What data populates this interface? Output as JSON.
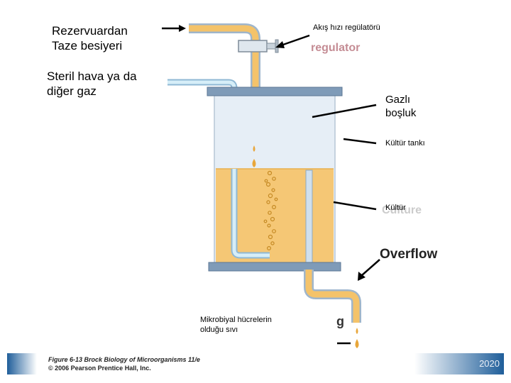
{
  "labels": {
    "reservoir": "Rezervuardan\nTaze besiyeri",
    "flow_regulator": "Akış hızı regülatörü",
    "sterile_air": "Steril hava ya da\ndiğer   gaz",
    "headspace": "Gazlı\nboşluk",
    "culture_vessel": "Kültür tankı",
    "culture": "Kültür",
    "overflow": "Overflow",
    "effluent": "Mikrobiyal hücrelerin\nolduğu  sıvı"
  },
  "footer": {
    "credit_line1": "Figure 6-13  Brock Biology of Microorganisms 11/e",
    "credit_line2": "© 2006 Pearson Prentice Hall, Inc.",
    "year": "2020"
  },
  "colors": {
    "tube_fill": "#f4c36a",
    "tube_outline": "#9fb6cc",
    "culture": "#f5c775",
    "vessel_glass": "#e6eef6",
    "vessel_cap": "#7f9bb8",
    "air_tube": "#b7dcef",
    "arrow": "#000000",
    "footer": "#1f5e9a"
  }
}
